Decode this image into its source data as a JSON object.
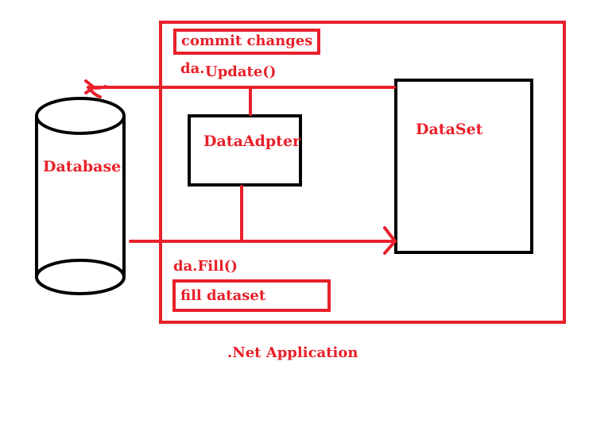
{
  "diagram": {
    "colors": {
      "accent": "#e8202a",
      "stroke": "#000000"
    },
    "database_label": "Database",
    "dataadapter_label": "DataAdpter",
    "dataset_label": "DataSet",
    "commit_changes_label": "commit changes",
    "update_prefix": "da.",
    "update_call": "Update()",
    "fill_call": "da.Fill()",
    "fill_dataset_label": "fill dataset",
    "app_label": ".Net Application"
  }
}
